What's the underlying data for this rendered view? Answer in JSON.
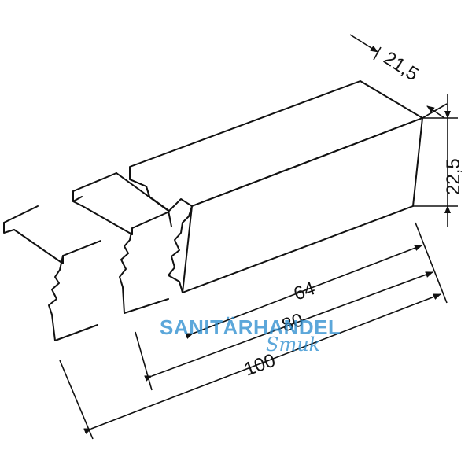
{
  "dimensions": {
    "depth": "21,5",
    "height": "22,5",
    "length_short": "64",
    "length_mid": "80",
    "length_long": "100"
  },
  "watermark": {
    "line1": "SANITÄRHANDEL",
    "line2": "Smuk",
    "color": "#2f8fd0"
  },
  "colors": {
    "line": "#111111",
    "background": "#ffffff"
  }
}
